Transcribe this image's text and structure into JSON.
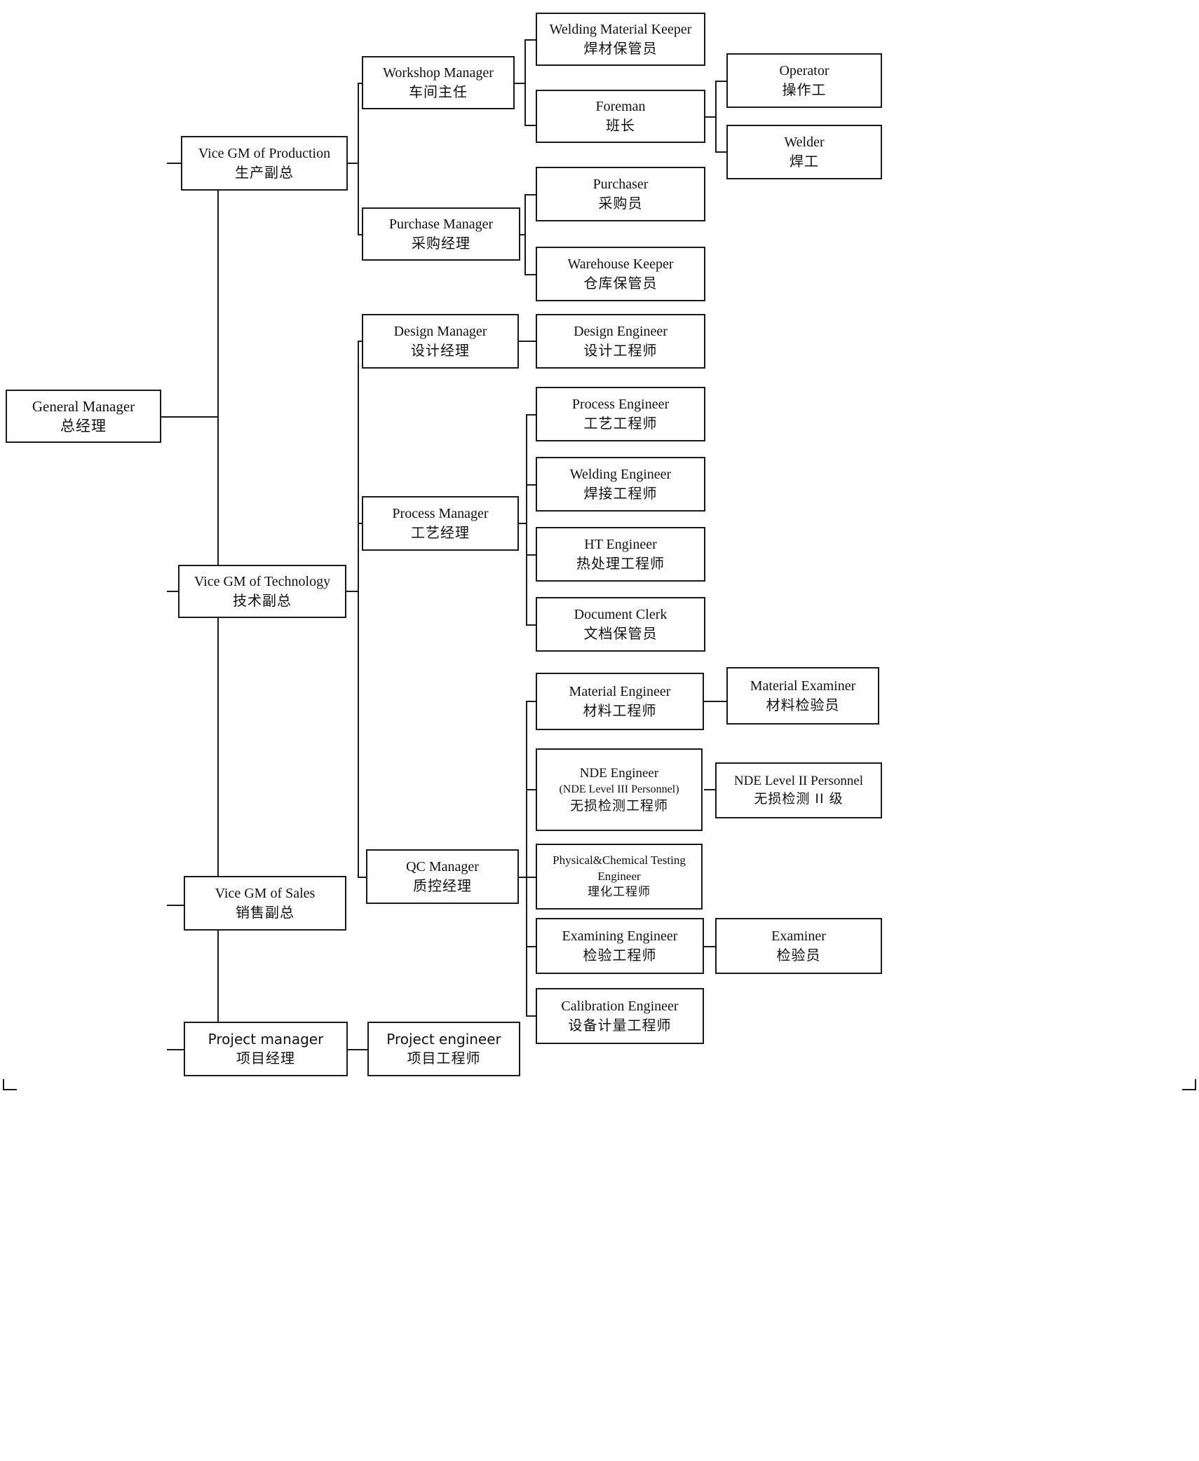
{
  "diagram": {
    "title": "Organization Chart",
    "type": "org-chart",
    "colors": {
      "line": "#1a1a1a",
      "box_border": "#1a1a1a",
      "box_fill": "#ffffff",
      "background": "#ffffff"
    }
  },
  "nodes": {
    "general_manager": {
      "en": "General Manager",
      "cn": "总经理"
    },
    "vice_gm_production": {
      "en": "Vice GM of Production",
      "cn": "生产副总"
    },
    "vice_gm_technology": {
      "en": "Vice GM of Technology",
      "cn": "技术副总"
    },
    "vice_gm_sales": {
      "en": "Vice GM of Sales",
      "cn": "销售副总"
    },
    "project_manager": {
      "en": "Project manager",
      "cn": "项目经理"
    },
    "project_engineer": {
      "en": "Project engineer",
      "cn": "项目工程师"
    },
    "workshop_manager": {
      "en": "Workshop Manager",
      "cn": "车间主任"
    },
    "purchase_manager": {
      "en": "Purchase Manager",
      "cn": "采购经理"
    },
    "welding_material_keeper": {
      "en": "Welding Material Keeper",
      "cn": "焊材保管员"
    },
    "foreman": {
      "en": "Foreman",
      "cn": "班长"
    },
    "operator": {
      "en": "Operator",
      "cn": "操作工"
    },
    "welder": {
      "en": "Welder",
      "cn": "焊工"
    },
    "purchaser": {
      "en": "Purchaser",
      "cn": "采购员"
    },
    "warehouse_keeper": {
      "en": "Warehouse Keeper",
      "cn": "仓库保管员"
    },
    "design_manager": {
      "en": "Design Manager",
      "cn": "设计经理"
    },
    "design_engineer": {
      "en": "Design Engineer",
      "cn": "设计工程师"
    },
    "process_manager": {
      "en": "Process Manager",
      "cn": "工艺经理"
    },
    "process_engineer": {
      "en": "Process Engineer",
      "cn": "工艺工程师"
    },
    "welding_engineer": {
      "en": "Welding Engineer",
      "cn": "焊接工程师"
    },
    "ht_engineer": {
      "en": "HT Engineer",
      "cn": "热处理工程师"
    },
    "document_clerk": {
      "en": "Document Clerk",
      "cn": "文档保管员"
    },
    "qc_manager": {
      "en": "QC Manager",
      "cn": "质控经理"
    },
    "material_engineer": {
      "en": "Material Engineer",
      "cn": "材料工程师"
    },
    "material_examiner": {
      "en": "Material Examiner",
      "cn": "材料检验员"
    },
    "nde_engineer": {
      "en": "NDE Engineer",
      "en2": "(NDE Level III Personnel)",
      "cn": "无损检测工程师"
    },
    "nde_level_ii": {
      "en": "NDE Level II Personnel",
      "cn": "无损检测 II 级"
    },
    "physical_chemical_engineer": {
      "en": "Physical&Chemical Testing",
      "en2": "Engineer",
      "cn": "理化工程师"
    },
    "examining_engineer": {
      "en": "Examining Engineer",
      "cn": "检验工程师"
    },
    "examiner": {
      "en": "Examiner",
      "cn": "检验员"
    },
    "calibration_engineer": {
      "en": "Calibration Engineer",
      "cn": "设备计量工程师"
    }
  }
}
